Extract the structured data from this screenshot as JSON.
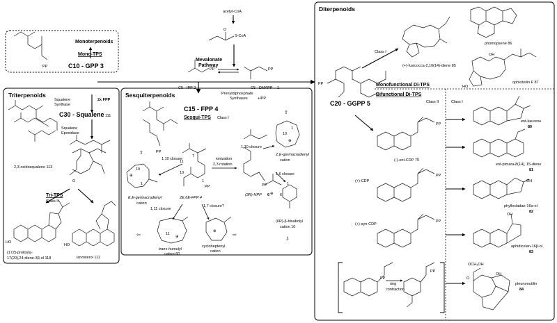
{
  "top": {
    "acetyl_coa": "acetyl-CoA",
    "scoa": "S-CoA",
    "mevalonate": [
      "Mevalonate",
      "Pathway"
    ],
    "ipp": "C5 - IPP 2",
    "dmapp": "C5 - DMAPP",
    "dmapp_num": "1",
    "prenyl": [
      "Prenyldiphosphate",
      "Synthases"
    ],
    "plus_ipp": "+IPP",
    "pp": "PP"
  },
  "mono": {
    "title": "Monoterpenoids",
    "tps": "Mono-TPS",
    "gpp": "C10 - GPP 3"
  },
  "tri": {
    "title": "Triterpenoids",
    "squalene_synthase": [
      "Squalene",
      "Synthase"
    ],
    "two_fpp": "2x FPP",
    "squalene": "C30 - Squalene",
    "squalene_num": "111",
    "epoxidase": [
      "Squalene",
      "Epoxidase"
    ],
    "oxidosqualene": "2,3-oxidosqualene 113",
    "tps": "Tri-TPS",
    "class": "Class II",
    "protosta": [
      "(17Z)-protosta-",
      "17(20),24-diene-3β-ol 118"
    ],
    "lanosterol": "lanosterol 112",
    "ho": "HO"
  },
  "sesqui": {
    "title": "Sesquiterpenoids",
    "fpp": "C15 - FPP 4",
    "tps": "Sesqui-TPS",
    "class": "Class I",
    "closure_110_left": "1,10 closure",
    "ionization": [
      "ionization",
      "2,3 rotation"
    ],
    "closure_110_right": "1,10 closure",
    "ee_germ": [
      "E,E-germacradienyl",
      "cation"
    ],
    "ze_germ": [
      "Z,E-germacradienyl",
      "cation"
    ],
    "two_e_fpp": "2E,6E-FPP 4",
    "npp": "(3R)-NPP",
    "npp_num": "6",
    "closure_111": "1,11 closure",
    "closure_17": "1,7 closure?",
    "closure_16": "1,6 closure",
    "humulyl": [
      "trans-humulyl",
      "cation 60"
    ],
    "cycloheptenyl": [
      "cycloheptenyl",
      "cation"
    ],
    "bisabolyl": [
      "(6R)-β-bisabolyl",
      "cation 10"
    ]
  },
  "di": {
    "title": "Diterpenoids",
    "class_i_top": "Class I",
    "fusicocca": "(+)-fusicocca-2,10(14)-diene 85",
    "phomopsene": "phomopsene 86",
    "ophiobolin": "ophiobolin F 87",
    "ho": "HO",
    "ggpp": "C20 - GGPP 5",
    "monofunctional": "Monofunctional Di-TPS",
    "bifunctional": "Bifunctional Di-TPS",
    "class_ii": "Class II",
    "class_i": "Class I",
    "ent_cdp": "(-)-ent-CDP 79",
    "plus_cdp": "(+)-CDP",
    "syn_cdp": "(+)-syn-CDP",
    "ent_kaurene": [
      "ent-kaurene",
      "80"
    ],
    "pimaradiene": [
      "ent-pimara-8(14), 15-diene",
      "81"
    ],
    "phyllocladan": [
      "phyllocladan-16α-ol",
      "82"
    ],
    "aphidicolan": [
      "aphidicolan-16β-ol",
      "83"
    ],
    "pleuromutilin": [
      "pleuromutilin",
      "84"
    ],
    "ring_contraction": [
      "ring",
      "contraction"
    ],
    "och2oh": "OCH₂OH",
    "oh": "OH",
    "o": "O"
  }
}
